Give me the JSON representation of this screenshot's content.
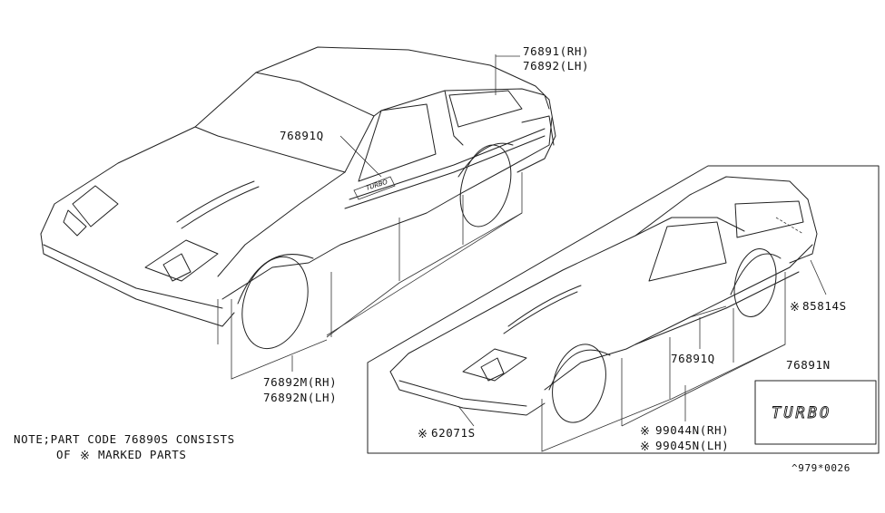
{
  "parts": {
    "p76891": "76891(RH)",
    "p76892": "76892(LH)",
    "p76891q_top": "76891Q",
    "p76892m": "76892M(RH)",
    "p76892n": "76892N(LH)",
    "p85814s": "85814S",
    "p76891q_bottom": "76891Q",
    "p76891n": "76891N",
    "p62071s": "62071S",
    "p99044n": "99044N(RH)",
    "p99045n": "99045N(LH)"
  },
  "badge": {
    "text": "TURBO"
  },
  "note": {
    "line1": "NOTE;PART CODE 76890S CONSISTS",
    "line2": "OF",
    "line2b": "MARKED PARTS"
  },
  "diagram_code": "^979*0026",
  "marker_symbol": "※"
}
